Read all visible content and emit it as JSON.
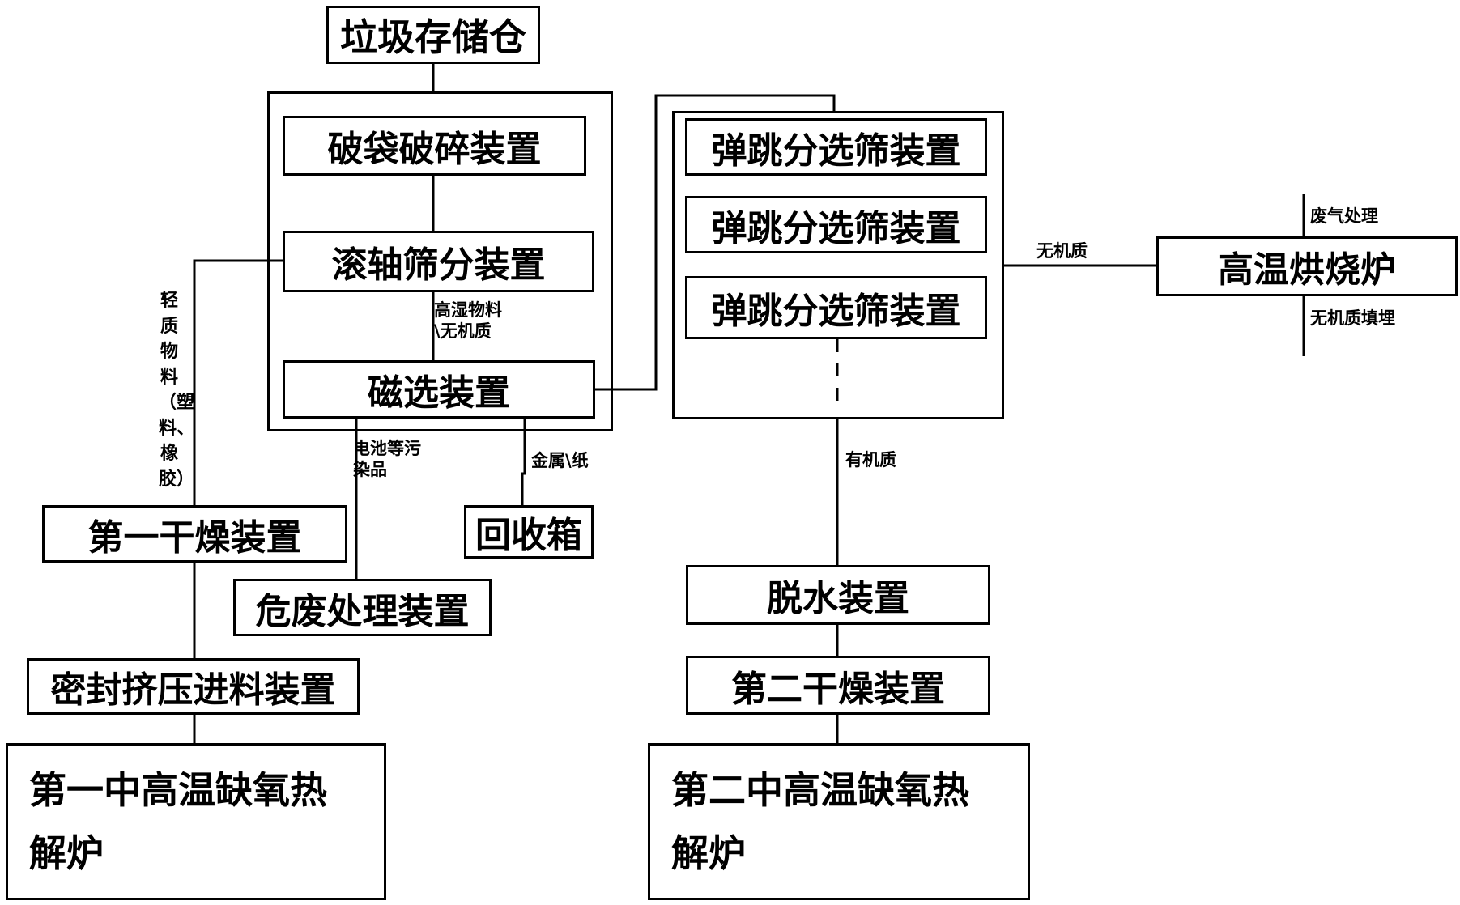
{
  "nodes": {
    "storage": "垃圾存储仓",
    "bag_breaker": "破袋破碎装置",
    "roller_screen": "滚轴筛分装置",
    "magnetic": "磁选装置",
    "bounce_1": "弹跳分选筛装置",
    "bounce_2": "弹跳分选筛装置",
    "bounce_3": "弹跳分选筛装置",
    "kiln": "高温烘烧炉",
    "dryer_1": "第一干燥装置",
    "recycle_bin": "回收箱",
    "hazard": "危废处理装置",
    "dewater": "脱水装置",
    "dryer_2": "第二干燥装置",
    "feeder": "密封挤压进料装置",
    "pyrolysis_1": "第一中高温缺氧热解炉",
    "pyrolysis_2": "第二中高温缺氧热解炉"
  },
  "labels": {
    "light_material": "轻质物料（塑料、橡胶）",
    "high_moisture": "高湿物料\\无机质",
    "battery": "电池等污染品",
    "metal_paper": "金属\\纸",
    "inorganic": "无机质",
    "organic": "有机质",
    "exhaust": "废气处理",
    "landfill": "无机质填埋"
  }
}
